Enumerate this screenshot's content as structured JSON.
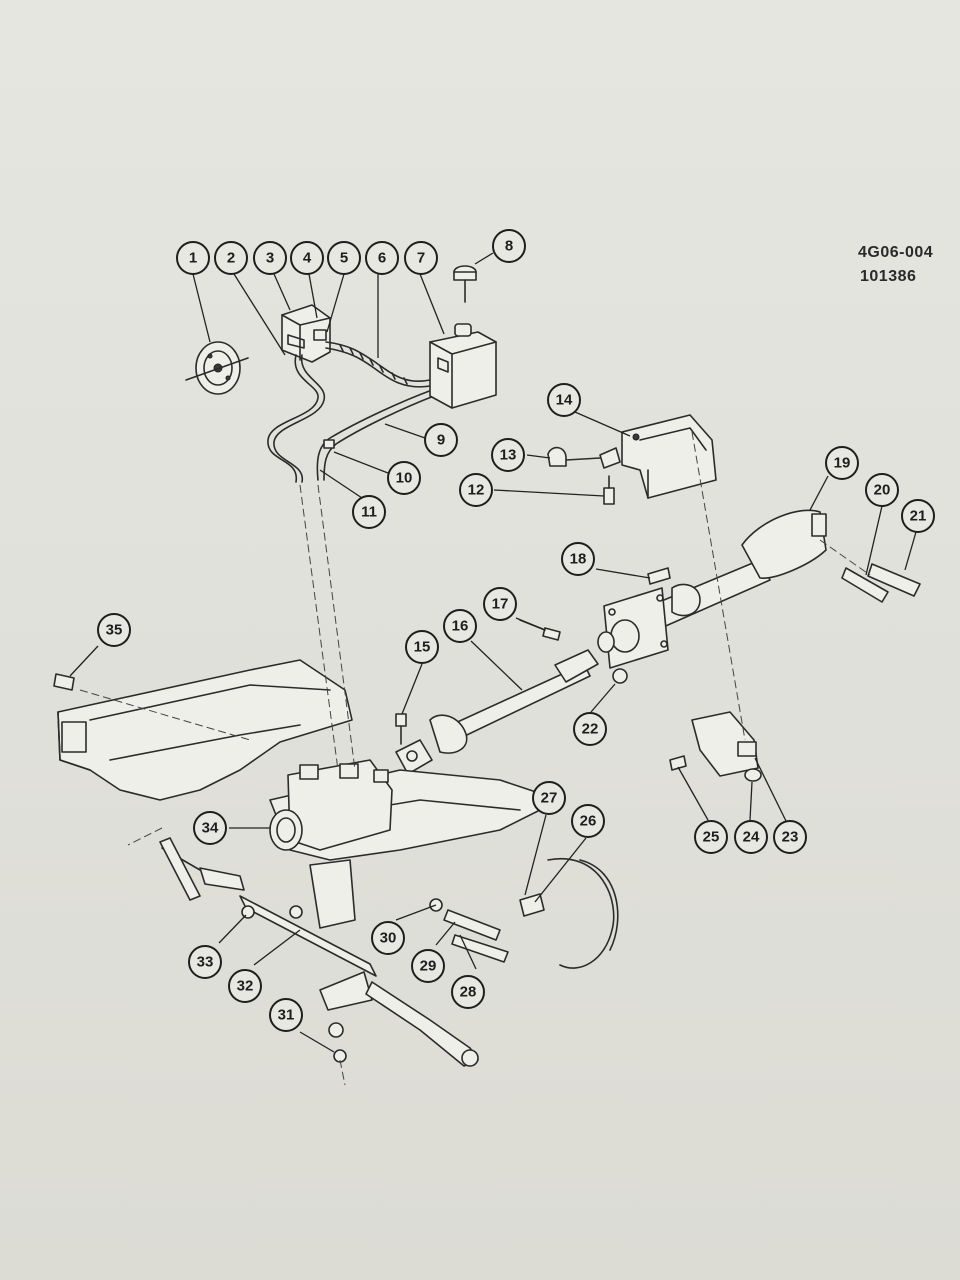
{
  "reference_code": {
    "line1": "4G06-004",
    "line2": "101386"
  },
  "callouts": [
    {
      "label": "1"
    },
    {
      "label": "2"
    },
    {
      "label": "3"
    },
    {
      "label": "4"
    },
    {
      "label": "5"
    },
    {
      "label": "6"
    },
    {
      "label": "7"
    },
    {
      "label": "8"
    },
    {
      "label": "9"
    },
    {
      "label": "10"
    },
    {
      "label": "11"
    },
    {
      "label": "12"
    },
    {
      "label": "13"
    },
    {
      "label": "14"
    },
    {
      "label": "15"
    },
    {
      "label": "16"
    },
    {
      "label": "17"
    },
    {
      "label": "18"
    },
    {
      "label": "19"
    },
    {
      "label": "20"
    },
    {
      "label": "21"
    },
    {
      "label": "22"
    },
    {
      "label": "23"
    },
    {
      "label": "24"
    },
    {
      "label": "25"
    },
    {
      "label": "26"
    },
    {
      "label": "27"
    },
    {
      "label": "28"
    },
    {
      "label": "29"
    },
    {
      "label": "30"
    },
    {
      "label": "31"
    },
    {
      "label": "32"
    },
    {
      "label": "33"
    },
    {
      "label": "34"
    },
    {
      "label": "35"
    }
  ]
}
